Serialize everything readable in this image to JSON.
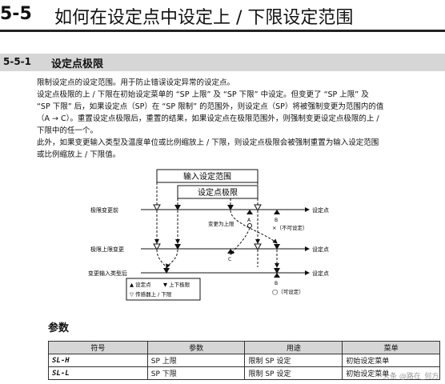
{
  "header": {
    "section_number": "5-5",
    "title": "如何在设定点中设定上 / 下限设定范围"
  },
  "subsection": {
    "number": "5-5-1",
    "title": "设定点极限"
  },
  "paragraphs": [
    [
      "限制设定点的设定范围。用于防止错误设定异常的设定点。"
    ],
    [
      "设定点极限的上 / 下限在初始设定菜单的 “SP 上限” 及 “SP 下限” 中设定。但变更了 “SP 上限” 及",
      "“SP 下限” 后，如果设定点（SP）在 “SP 限制” 的范围外，则设定点（SP）将被强制变更为范围内的值",
      "（A → C）。重置设定点极限后，重置的结果，如果设定点在极限范围外，则强制变更设定点极限的上 /",
      "下限中的任一个。"
    ],
    [
      "此外，如果变更输入类型及温度单位或比例缩放上 / 下限，则设定点极限会被强制重置为输入设定范围",
      "或比例缩放上 / 下限值。"
    ]
  ],
  "diagram": {
    "box_input_range": "输入设定范围",
    "box_sp_limit": "设定点极限",
    "row1_label": "极限变更前",
    "row2_label": "极限上限变更",
    "row3_label": "变更输入类型后",
    "setpoint_label": "设定点",
    "change_upper": "变更为上限",
    "not_settable": "×（不可设定）",
    "settable": "◯（可设定）",
    "point_a": "A",
    "point_b": "B",
    "point_c": "C",
    "legend_sp": "▲ 设定点",
    "legend_limit": "▼ 上下极限",
    "legend_sensor": "▽ 传感器上 / 下限"
  },
  "params": {
    "title": "参数",
    "columns": [
      "符号",
      "参数",
      "用途",
      "菜单"
    ],
    "rows": [
      [
        "SL-H",
        "SP 上限",
        "限制 SP 设定",
        "初始设定菜单"
      ],
      [
        "SL-L",
        "SP 下限",
        "限制 SP 设定",
        "初始设定菜单"
      ]
    ]
  },
  "watermark": "头条 @路在_何方"
}
